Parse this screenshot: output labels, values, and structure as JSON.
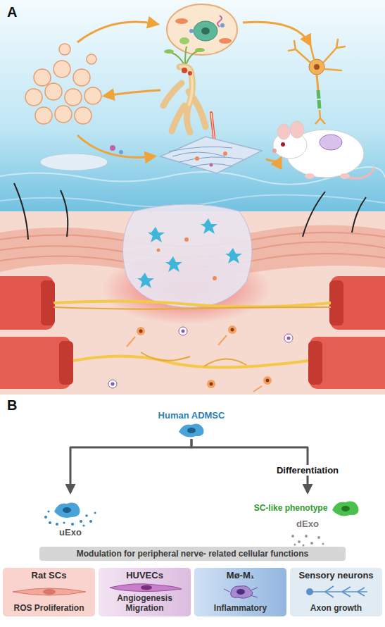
{
  "diagram": {
    "nodes": [
      {
        "text": [
          "Human ADMSC"
        ]
      },
      {
        "text": [
          "uExo"
        ]
      },
      {
        "text": [
          "SC-like phenotype",
          "dExo"
        ]
      },
      {
        "text": [
          "Modulation for peripheral nerve- related cellular functions"
        ]
      },
      {
        "text": [
          "Rat SCs",
          "ROS Proliferation"
        ]
      },
      {
        "text": [
          "HUVECs",
          "Angiogenesis Migration"
        ]
      },
      {
        "text": [
          "Mø-M₁",
          "Inflammatory"
        ]
      },
      {
        "text": [
          "Sensory neurons",
          "Axon growth"
        ]
      }
    ],
    "edges": [
      {
        "from": 0,
        "to": 1,
        "arrow": "to"
      },
      {
        "from": 0,
        "to": 2,
        "label": "Differentiation",
        "arrow": "to"
      }
    ],
    "labels": [
      "A",
      "B"
    ]
  }
}
